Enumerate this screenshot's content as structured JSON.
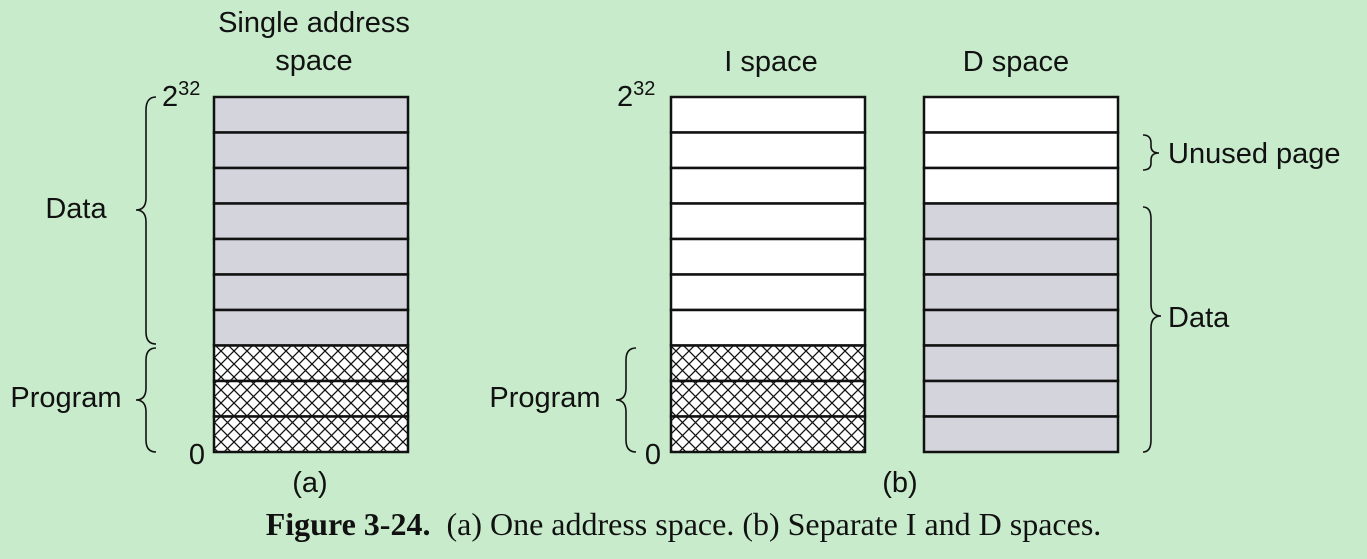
{
  "panel_a": {
    "title_line1": "Single address",
    "title_line2": "space",
    "top_label_base": "2",
    "top_label_exp": "32",
    "bottom_label": "0",
    "data_label": "Data",
    "program_label": "Program",
    "sublabel": "(a)",
    "total_pages": 10,
    "program_pages": 3,
    "data_pages": 7
  },
  "panel_b": {
    "i_space_title": "I space",
    "d_space_title": "D space",
    "top_label_base": "2",
    "top_label_exp": "32",
    "bottom_label": "0",
    "program_label": "Program",
    "unused_label": "Unused page",
    "data_label": "Data",
    "sublabel": "(b)",
    "total_pages": 10,
    "i_program_pages": 3,
    "d_data_pages": 7
  },
  "caption": {
    "number": "Figure 3-24.",
    "text": "(a) One address space. (b) Separate I and D spaces."
  },
  "colors": {
    "background": "#c8ebcc",
    "data_fill": "#d4d4dc",
    "unused_fill": "#ffffff",
    "stroke": "#111111"
  }
}
